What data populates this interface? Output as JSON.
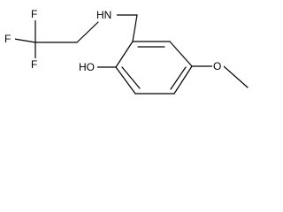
{
  "molecule": {
    "atoms": {
      "f_top": "F",
      "f_left": "F",
      "f_bottom": "F",
      "amine": "HN",
      "hydroxyl": "HO",
      "methoxy_o": "O"
    }
  }
}
